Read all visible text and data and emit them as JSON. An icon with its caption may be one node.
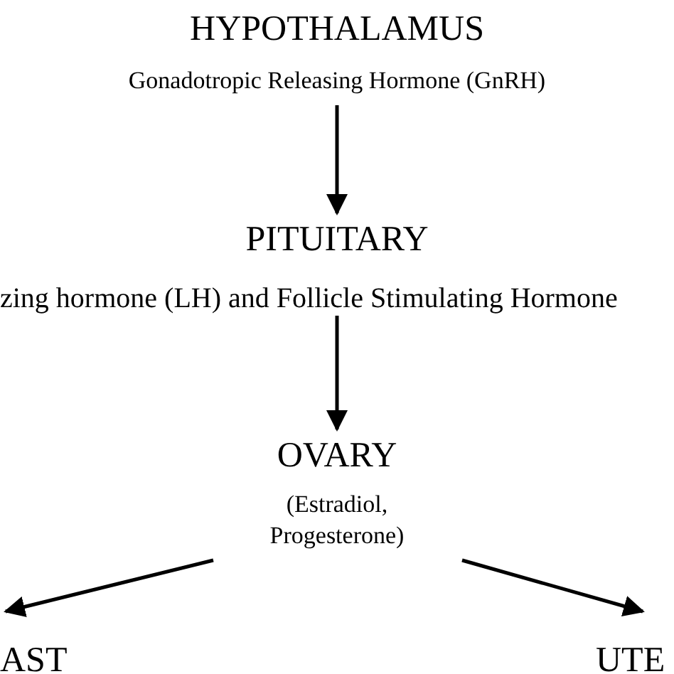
{
  "diagram": {
    "nodes": [
      {
        "text": [
          "HYPOTHALAMUS",
          "Gonadotropic Releasing Hormone (GnRH)"
        ]
      },
      {
        "text": [
          "PITUITARY",
          "zing hormone (LH) and Follicle Stimulating Hormone"
        ]
      },
      {
        "text": [
          "OVARY",
          "(Estradiol, Progesterone)"
        ]
      },
      {
        "text": [
          "AST"
        ]
      },
      {
        "text": [
          "UTE"
        ]
      }
    ],
    "edges": [
      {
        "from": 0,
        "to": 1,
        "arrow": "to"
      },
      {
        "from": 1,
        "to": 2,
        "arrow": "to"
      },
      {
        "from": 2,
        "to": 3,
        "arrow": "to"
      },
      {
        "from": 2,
        "to": 4,
        "arrow": "to"
      }
    ]
  }
}
